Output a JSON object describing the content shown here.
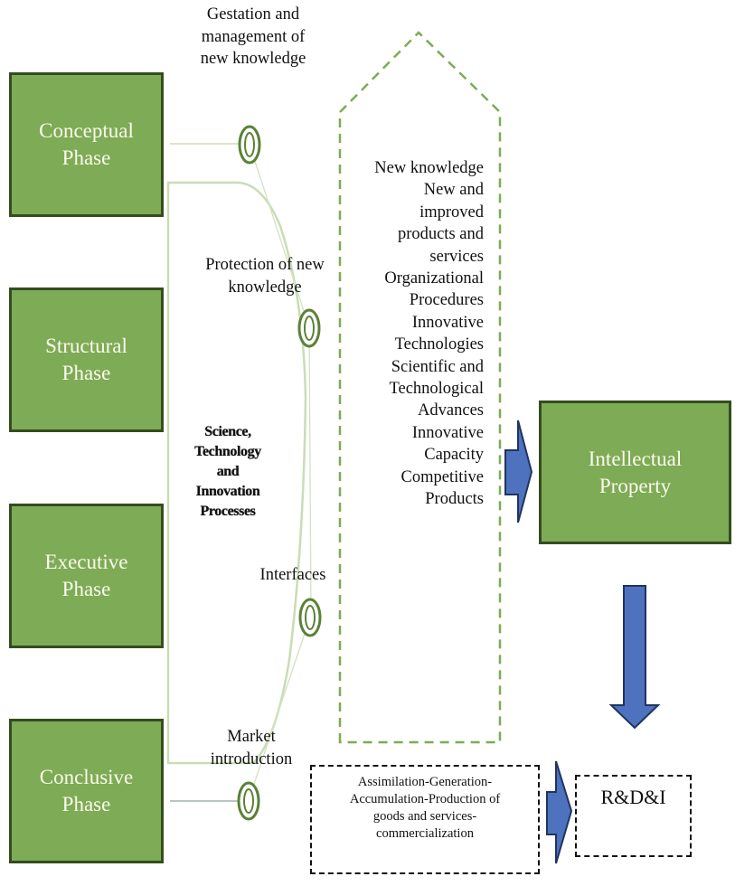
{
  "diagram": {
    "phases": [
      {
        "label_line1": "Conceptual",
        "label_line2": "Phase"
      },
      {
        "label_line1": "Structural",
        "label_line2": "Phase"
      },
      {
        "label_line1": "Executive",
        "label_line2": "Phase"
      },
      {
        "label_line1": "Conclusive",
        "label_line2": "Phase"
      }
    ],
    "stage_labels": {
      "gestation": [
        "Gestation and",
        "management of",
        "new knowledge"
      ],
      "protection": [
        "Protection of new",
        "knowledge"
      ],
      "interfaces": [
        "Interfaces"
      ],
      "market": [
        "Market",
        "introduction"
      ]
    },
    "central_label": [
      "Science,",
      "Technology",
      "and",
      "Innovation",
      "Processes"
    ],
    "outputs": [
      "New knowledge",
      "New and",
      "improved",
      "products and",
      "services",
      "Organizational",
      "Procedures",
      "Innovative",
      "Technologies",
      "Scientific and",
      "Technological",
      "Advances",
      "Innovative",
      "Capacity",
      "Competitive",
      "Products"
    ],
    "intellectual_property": {
      "line1": "Intellectual",
      "line2": "Property"
    },
    "process_box": [
      "Assimilation-Generation-",
      "Accumulation-Production of",
      "goods and services-",
      "commercialization"
    ],
    "rdi_box": "R&D&I",
    "colors": {
      "phase_fill": "#7eab55",
      "phase_border": "#344d1e",
      "ring": "#5a8236",
      "connector_light": "#c9ddb5",
      "dashed_arrow": "#7eab55",
      "block_arrow_fill": "#4e72be",
      "block_arrow_border": "#1f3460"
    }
  }
}
